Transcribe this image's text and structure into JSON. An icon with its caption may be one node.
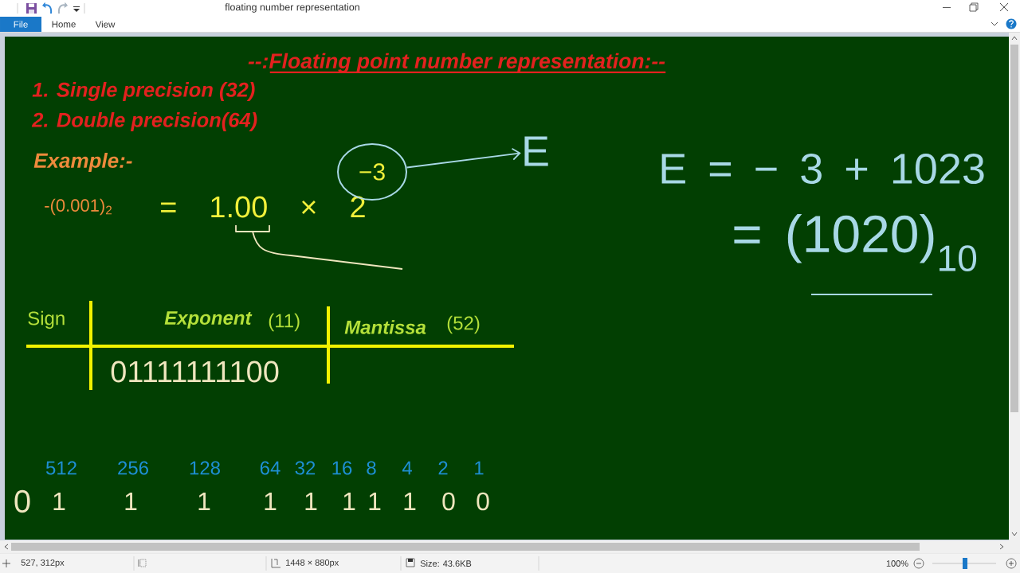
{
  "diagram": {
    "title": "--:Floating point number representation:--",
    "nodes": [
      {
        "text": [
          "−3"
        ]
      },
      {
        "text": [
          "E"
        ]
      }
    ],
    "edges": [
      {
        "from": 0,
        "to": 1,
        "arrow": "to"
      }
    ],
    "labels": [
      "floating number representation",
      "File",
      "Home",
      "View",
      "1. Single precision (32)",
      "2. Double precision(64)",
      "Example:-",
      "-(0.001)$_{2}$",
      "= 1.00 × 2",
      "E = − 3 + 1023",
      "= (1020)$_{10}$",
      "Sign",
      "Exponent",
      "(11)",
      "Mantissa",
      "(52)",
      "01111111100",
      "512",
      "256",
      "128",
      "64",
      "32",
      "16",
      "8",
      "4",
      "2",
      "1",
      "0",
      "1",
      "1",
      "1",
      "1",
      "1",
      "1",
      "1",
      "1",
      "0",
      "0",
      "527, 312px",
      "1448 × 880px",
      "Size: 43.6KB",
      "100%"
    ]
  }
}
